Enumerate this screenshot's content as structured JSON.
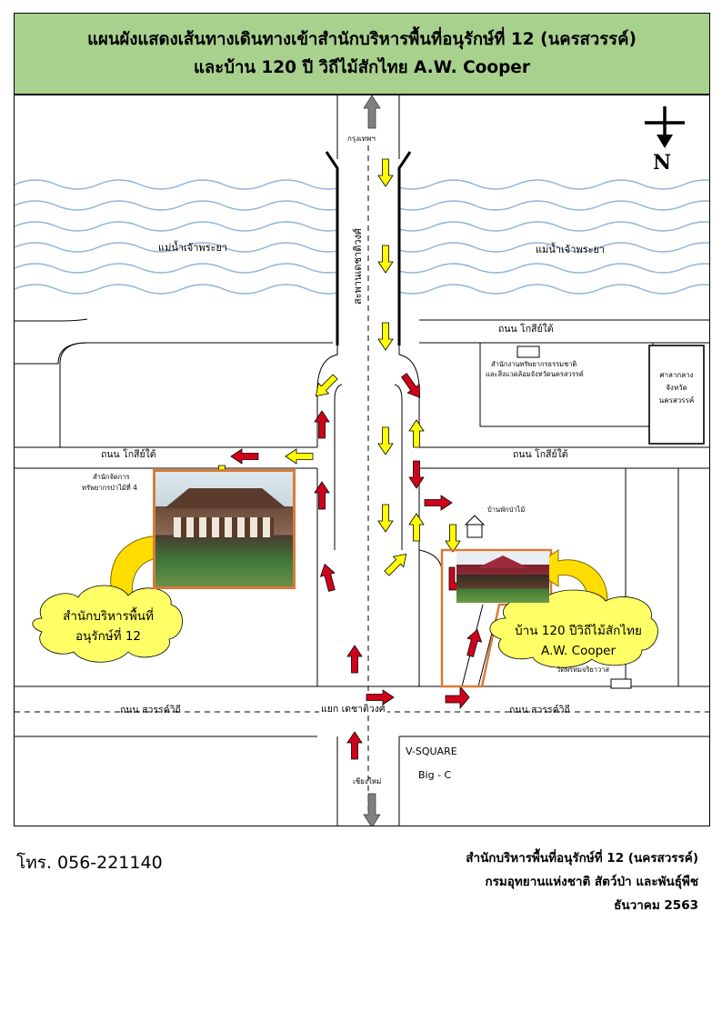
{
  "header": {
    "title_line1": "แผนผังแสดงเส้นทางเดินทางเข้าสำนักบริหารพื้นที่อนุรักษ์ที่  12 (นครสวรรค์)",
    "title_line2": "และบ้าน 120 ปี วิถีไม้สักไทย A.W. Cooper"
  },
  "colors": {
    "header_bg": "#a9d18e",
    "river_wave": "#8db3d9",
    "arrow_red": "#d0021b",
    "arrow_yellow": "#ffff00",
    "cloud": "#ffff66",
    "photo_border": "#d87b3a"
  },
  "map": {
    "compass": {
      "label": "N",
      "icon": "north-arrow-icon"
    },
    "directions": {
      "north": "กรุงเทพฯ",
      "south": "เชียงใหม่"
    },
    "bridge": "สะพานเดชาติวงศ์",
    "rivers": {
      "left": "แม่น้ำเจ้าพระยา",
      "right": "แม่น้ำเจ้าพระยา"
    },
    "roads": {
      "kosi_right_top": "ถนน โกสีย์ใต้",
      "kosi_left": "ถนน โกสีย์ใต้",
      "kosi_right": "ถนน โกสีย์ใต้",
      "sawan_left": "ถนน สวรรค์วิถี",
      "sawan_right": "ถนน สวรรค์วิถี",
      "junction": "แยก เดชาติวงศ์"
    },
    "places": {
      "office_env_line1": "สำนักงานทรัพยากรธรรมชาติ",
      "office_env_line2": "และสิ่งแวดล้อมจังหวัดนครสวรรค์",
      "court_line1": "ศาลากลาง",
      "court_line2": "จังหวัด",
      "court_line3": "นครสวรรค์",
      "forest_office_line1": "สำนักจัดการ",
      "forest_office_line2": "ทรัพยากรป่าไม้ที่ 4",
      "forest_house": "บ้านพักป่าไม้",
      "school": "วัดพรหมจริยาวาส",
      "vsquare": "V-SQUARE",
      "bigc": "Big - C"
    },
    "callouts": {
      "left_line1": "สำนักบริหารพื้นที่",
      "left_line2": "อนุรักษ์ที่  12",
      "right_line1": "บ้าน 120 ปีวิถีไม้สักไทย",
      "right_line2": "A.W. Cooper"
    }
  },
  "footer": {
    "phone": "โทร. 056-221140",
    "org_line1": "สำนักบริหารพื้นที่อนุรักษ์ที่  12 (นครสวรรค์)",
    "org_line2": "กรมอุทยานแห่งชาติ สัตว์ป่า และพันธุ์พืช",
    "date": "ธันวาคม 2563"
  }
}
